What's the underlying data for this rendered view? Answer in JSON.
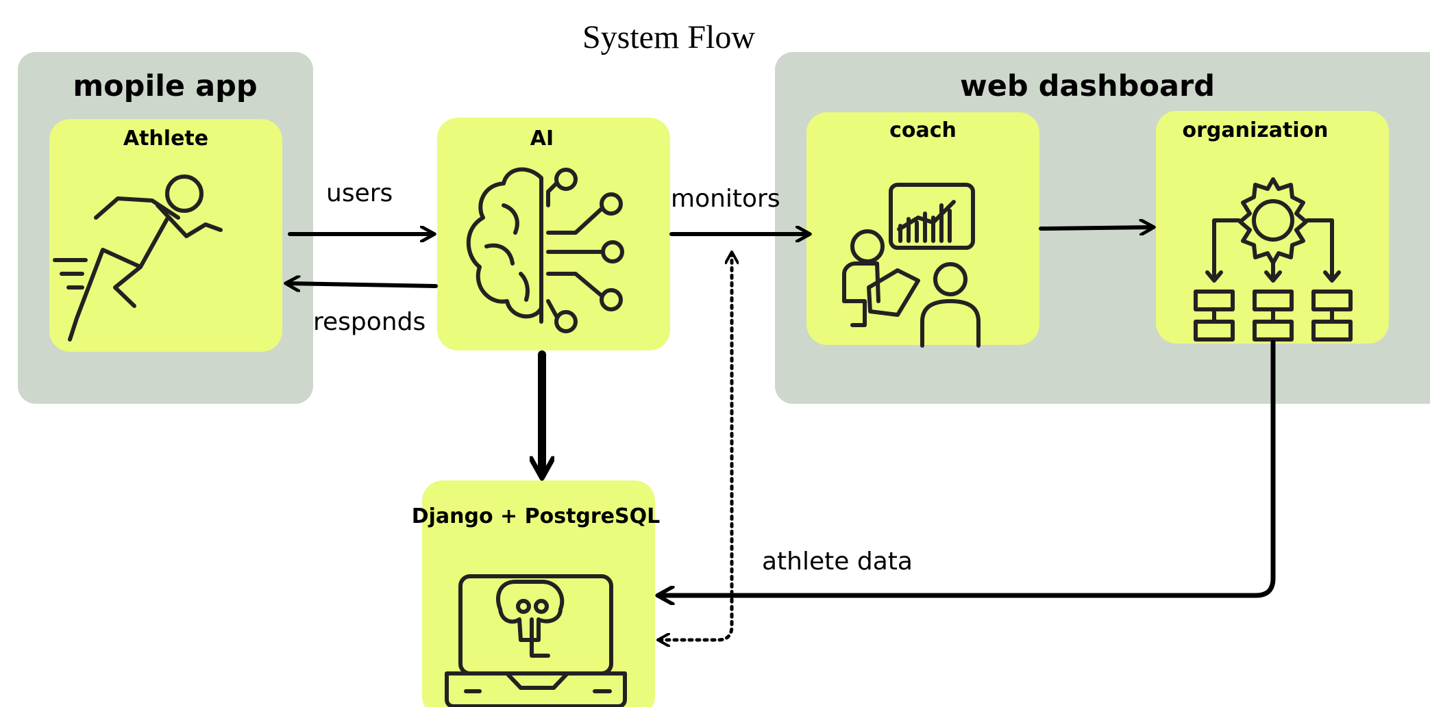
{
  "title": "System Flow",
  "colors": {
    "group_bg": "#cdd7cb",
    "node_bg": "#ebfb7b",
    "icon_stroke": "#222222",
    "arrow": "#000000",
    "background": "#ffffff"
  },
  "groups": {
    "mobile_app": {
      "title": "mopile app"
    },
    "web_dashboard": {
      "title": "web dashboard"
    }
  },
  "nodes": {
    "athlete": {
      "title": "Athlete",
      "icon": "running-person-icon"
    },
    "ai": {
      "title": "AI",
      "icon": "brain-circuit-icon"
    },
    "coach": {
      "title": "coach",
      "icon": "presentation-chart-icon"
    },
    "organization": {
      "title": "organization",
      "icon": "gear-hierarchy-icon"
    },
    "database": {
      "title": "Django + PostgreSQL",
      "icon": "postgresql-elephant-laptop-icon"
    }
  },
  "edges": {
    "users": "users",
    "responds": "responds",
    "monitors": "monitors",
    "athlete_data": "athlete data"
  }
}
